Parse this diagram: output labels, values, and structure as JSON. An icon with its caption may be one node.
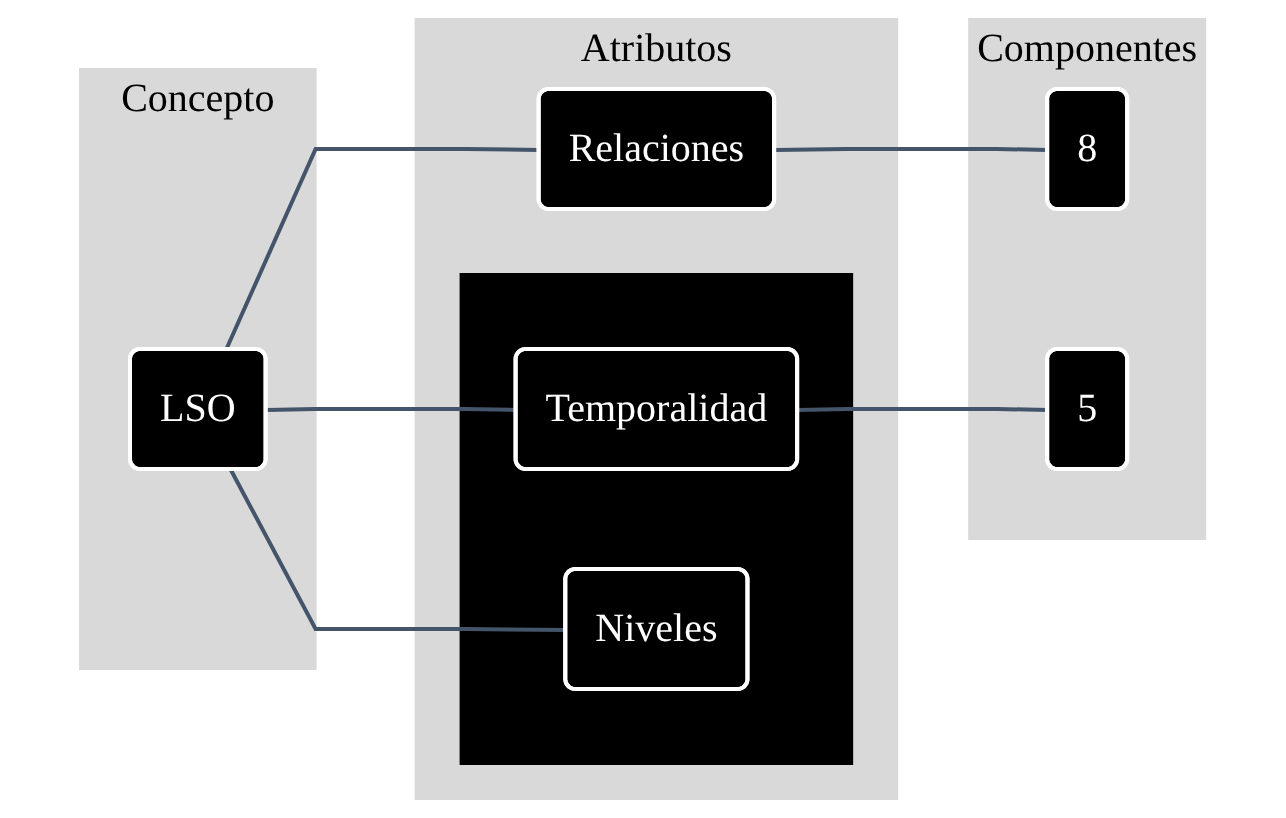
{
  "diagram": {
    "nodes": [
      {
        "text": [
          "Concepto"
        ]
      },
      {
        "text": [
          "LSO"
        ],
        "in": 0
      },
      {
        "text": [
          "Atributos"
        ]
      },
      {
        "text": [
          "Relaciones"
        ],
        "in": 2
      },
      {
        "text": [],
        "shape": "box",
        "in": 2
      },
      {
        "text": [
          "Temporalidad"
        ],
        "in": 4
      },
      {
        "text": [
          "Niveles"
        ],
        "in": 4
      },
      {
        "text": [
          "Componentes"
        ]
      },
      {
        "text": [
          "8"
        ],
        "in": 7
      },
      {
        "text": [
          "5"
        ],
        "in": 7
      }
    ],
    "edges": [
      {
        "from": 1,
        "to": 3,
        "arrow": "none"
      },
      {
        "from": 1,
        "to": 5,
        "arrow": "none"
      },
      {
        "from": 1,
        "to": 6,
        "arrow": "none"
      },
      {
        "from": 3,
        "to": 8,
        "arrow": "none"
      },
      {
        "from": 5,
        "to": 9,
        "arrow": "none"
      }
    ]
  }
}
